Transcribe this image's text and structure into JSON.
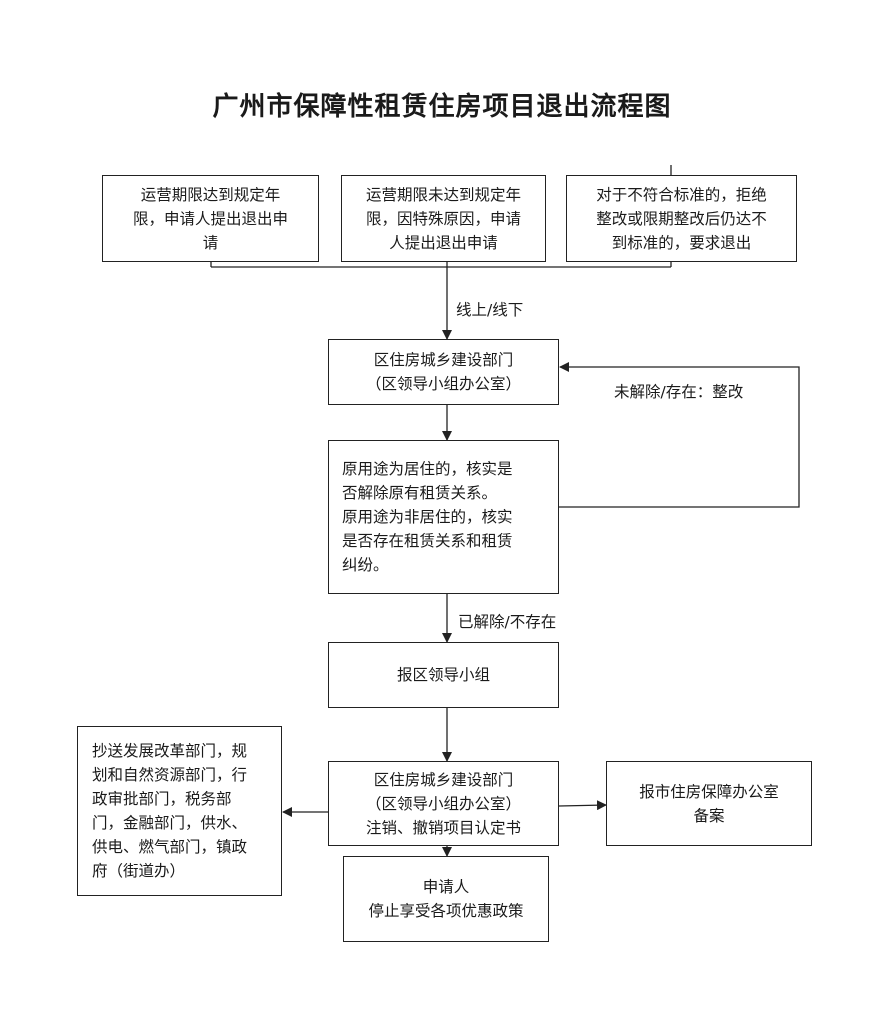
{
  "title": "广州市保障性租赁住房项目退出流程图",
  "boxes": {
    "start1": [
      "运营期限达到规定年",
      "限，申请人提出退出申",
      "请"
    ],
    "start2": [
      "运营期限未达到规定年",
      "限，因特殊原因，申请",
      "人提出退出申请"
    ],
    "start3": [
      "对于不符合标准的，拒绝",
      "整改或限期整改后仍达不",
      "到标准的，要求退出"
    ],
    "district1": [
      "区住房城乡建设部门",
      "（区领导小组办公室）"
    ],
    "verify": [
      "原用途为居住的，核实是",
      "否解除原有租赁关系。",
      "原用途为非居住的，核实",
      "是否存在租赁关系和租赁",
      "纠纷。"
    ],
    "report": [
      "报区领导小组"
    ],
    "district2": [
      "区住房城乡建设部门",
      "（区领导小组办公室）",
      "注销、撤销项目认定书"
    ],
    "cc": [
      "抄送发展改革部门，规",
      "划和自然资源部门，行",
      "政审批部门，税务部",
      "门，金融部门，供水、",
      "供电、燃气部门，镇政",
      "府（街道办）"
    ],
    "city": [
      "报市住房保障办公室",
      "备案"
    ],
    "applicant": [
      "申请人",
      "停止享受各项优惠政策"
    ]
  },
  "labels": {
    "online": "线上/线下",
    "not_resolved": "未解除/存在：整改",
    "resolved": "已解除/不存在"
  }
}
